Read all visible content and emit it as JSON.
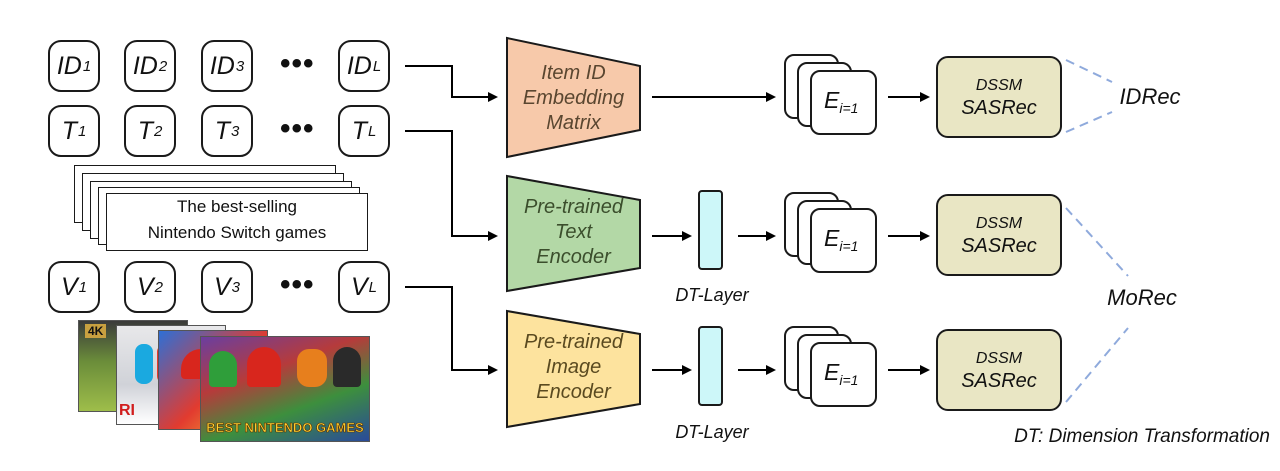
{
  "tokens": {
    "id_row": [
      {
        "base": "ID",
        "sub": "1"
      },
      {
        "base": "ID",
        "sub": "2"
      },
      {
        "base": "ID",
        "sub": "3"
      },
      {
        "base": "ID",
        "sub": "L"
      }
    ],
    "t_row": [
      {
        "base": "T",
        "sub": "1"
      },
      {
        "base": "T",
        "sub": "2"
      },
      {
        "base": "T",
        "sub": "3"
      },
      {
        "base": "T",
        "sub": "L"
      }
    ],
    "v_row": [
      {
        "base": "V",
        "sub": "1"
      },
      {
        "base": "V",
        "sub": "2"
      },
      {
        "base": "V",
        "sub": "3"
      },
      {
        "base": "V",
        "sub": "L"
      }
    ],
    "ellipsis": "•••"
  },
  "text_caption": {
    "line1": "The best-selling",
    "line2": "Nintendo Switch games"
  },
  "images": {
    "thumb_4k": "4K",
    "thumb_ri": "RI",
    "banner": "BEST NINTENDO GAMES"
  },
  "encoders": {
    "item_id": {
      "line1": "Item ID",
      "line2": "Embedding",
      "line3": "Matrix",
      "color": "#f7c9aa"
    },
    "text": {
      "line1": "Pre-trained",
      "line2": "Text",
      "line3": "Encoder",
      "color": "#b3d8a6"
    },
    "image": {
      "line1": "Pre-trained",
      "line2": "Image",
      "line3": "Encoder",
      "color": "#fde39e"
    }
  },
  "dt_layer_label": "DT-Layer",
  "embedding": {
    "base": "E",
    "sub": "i=1"
  },
  "models": {
    "line1": "DSSM",
    "line2": "SASRec"
  },
  "groups": {
    "idrec": "IDRec",
    "morec": "MoRec"
  },
  "footnote": "DT: Dimension Transformation",
  "colors": {
    "dt_layer": "#cdf7f9",
    "model_box": "#e9e6c4",
    "group_line": "#8faadc"
  }
}
